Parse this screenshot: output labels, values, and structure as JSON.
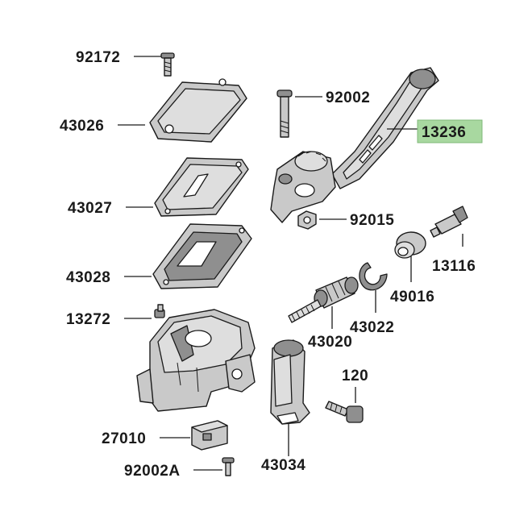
{
  "highlight_color": "#a8d8a0",
  "labels": {
    "p92172": "92172",
    "p43026": "43026",
    "p43027": "43027",
    "p43028": "43028",
    "p13272": "13272",
    "p27010": "27010",
    "p92002A": "92002A",
    "p92002": "92002",
    "p13236": "13236",
    "p92015": "92015",
    "p13116": "13116",
    "p49016": "49016",
    "p43022": "43022",
    "p43020": "43020",
    "p120": "120",
    "p43034": "43034"
  }
}
